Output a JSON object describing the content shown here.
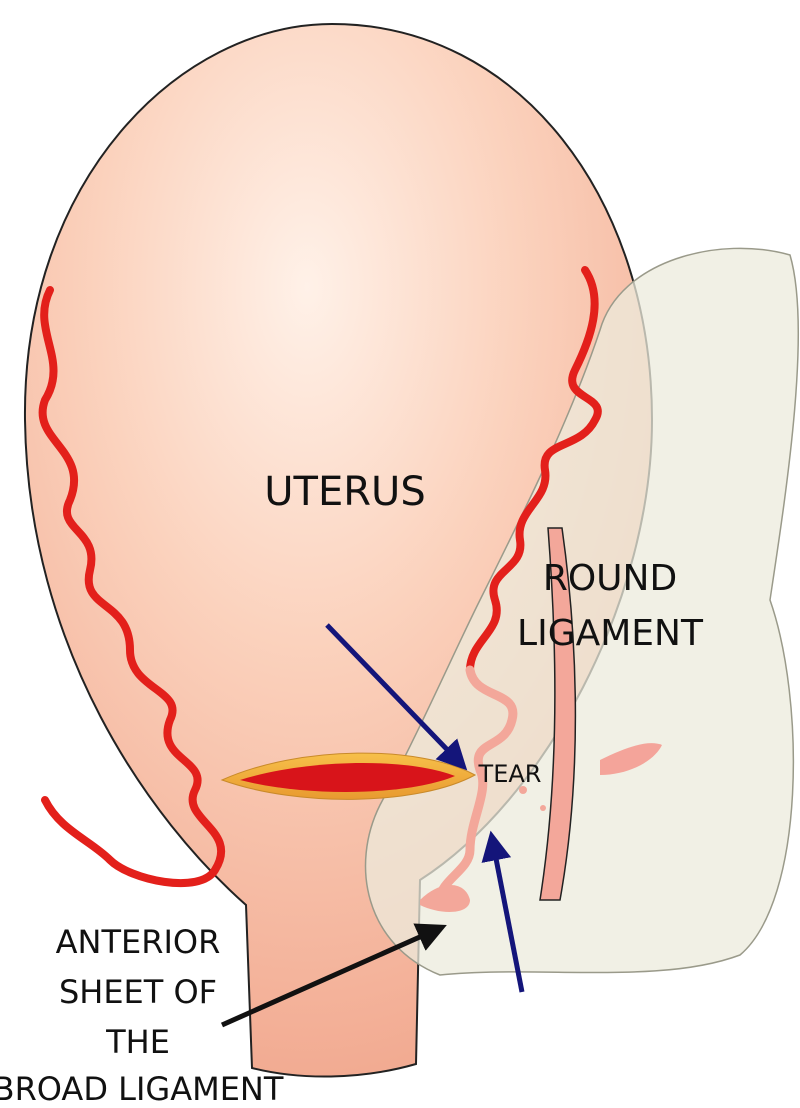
{
  "labels": {
    "uterus": "UTERUS",
    "round_ligament": [
      "ROUND",
      "LIGAMENT"
    ],
    "tear": "TEAR",
    "broad_ligament": [
      "ANTERIOR",
      "SHEET OF",
      "THE",
      "BROAD LIGAMENT"
    ]
  },
  "colors": {
    "uterus_fill": "#f9c9b0",
    "artery": "#e3201b",
    "arrow_blue": "#14157a",
    "arrow_black": "#111111",
    "ligament_fill": "#ecebdc"
  }
}
